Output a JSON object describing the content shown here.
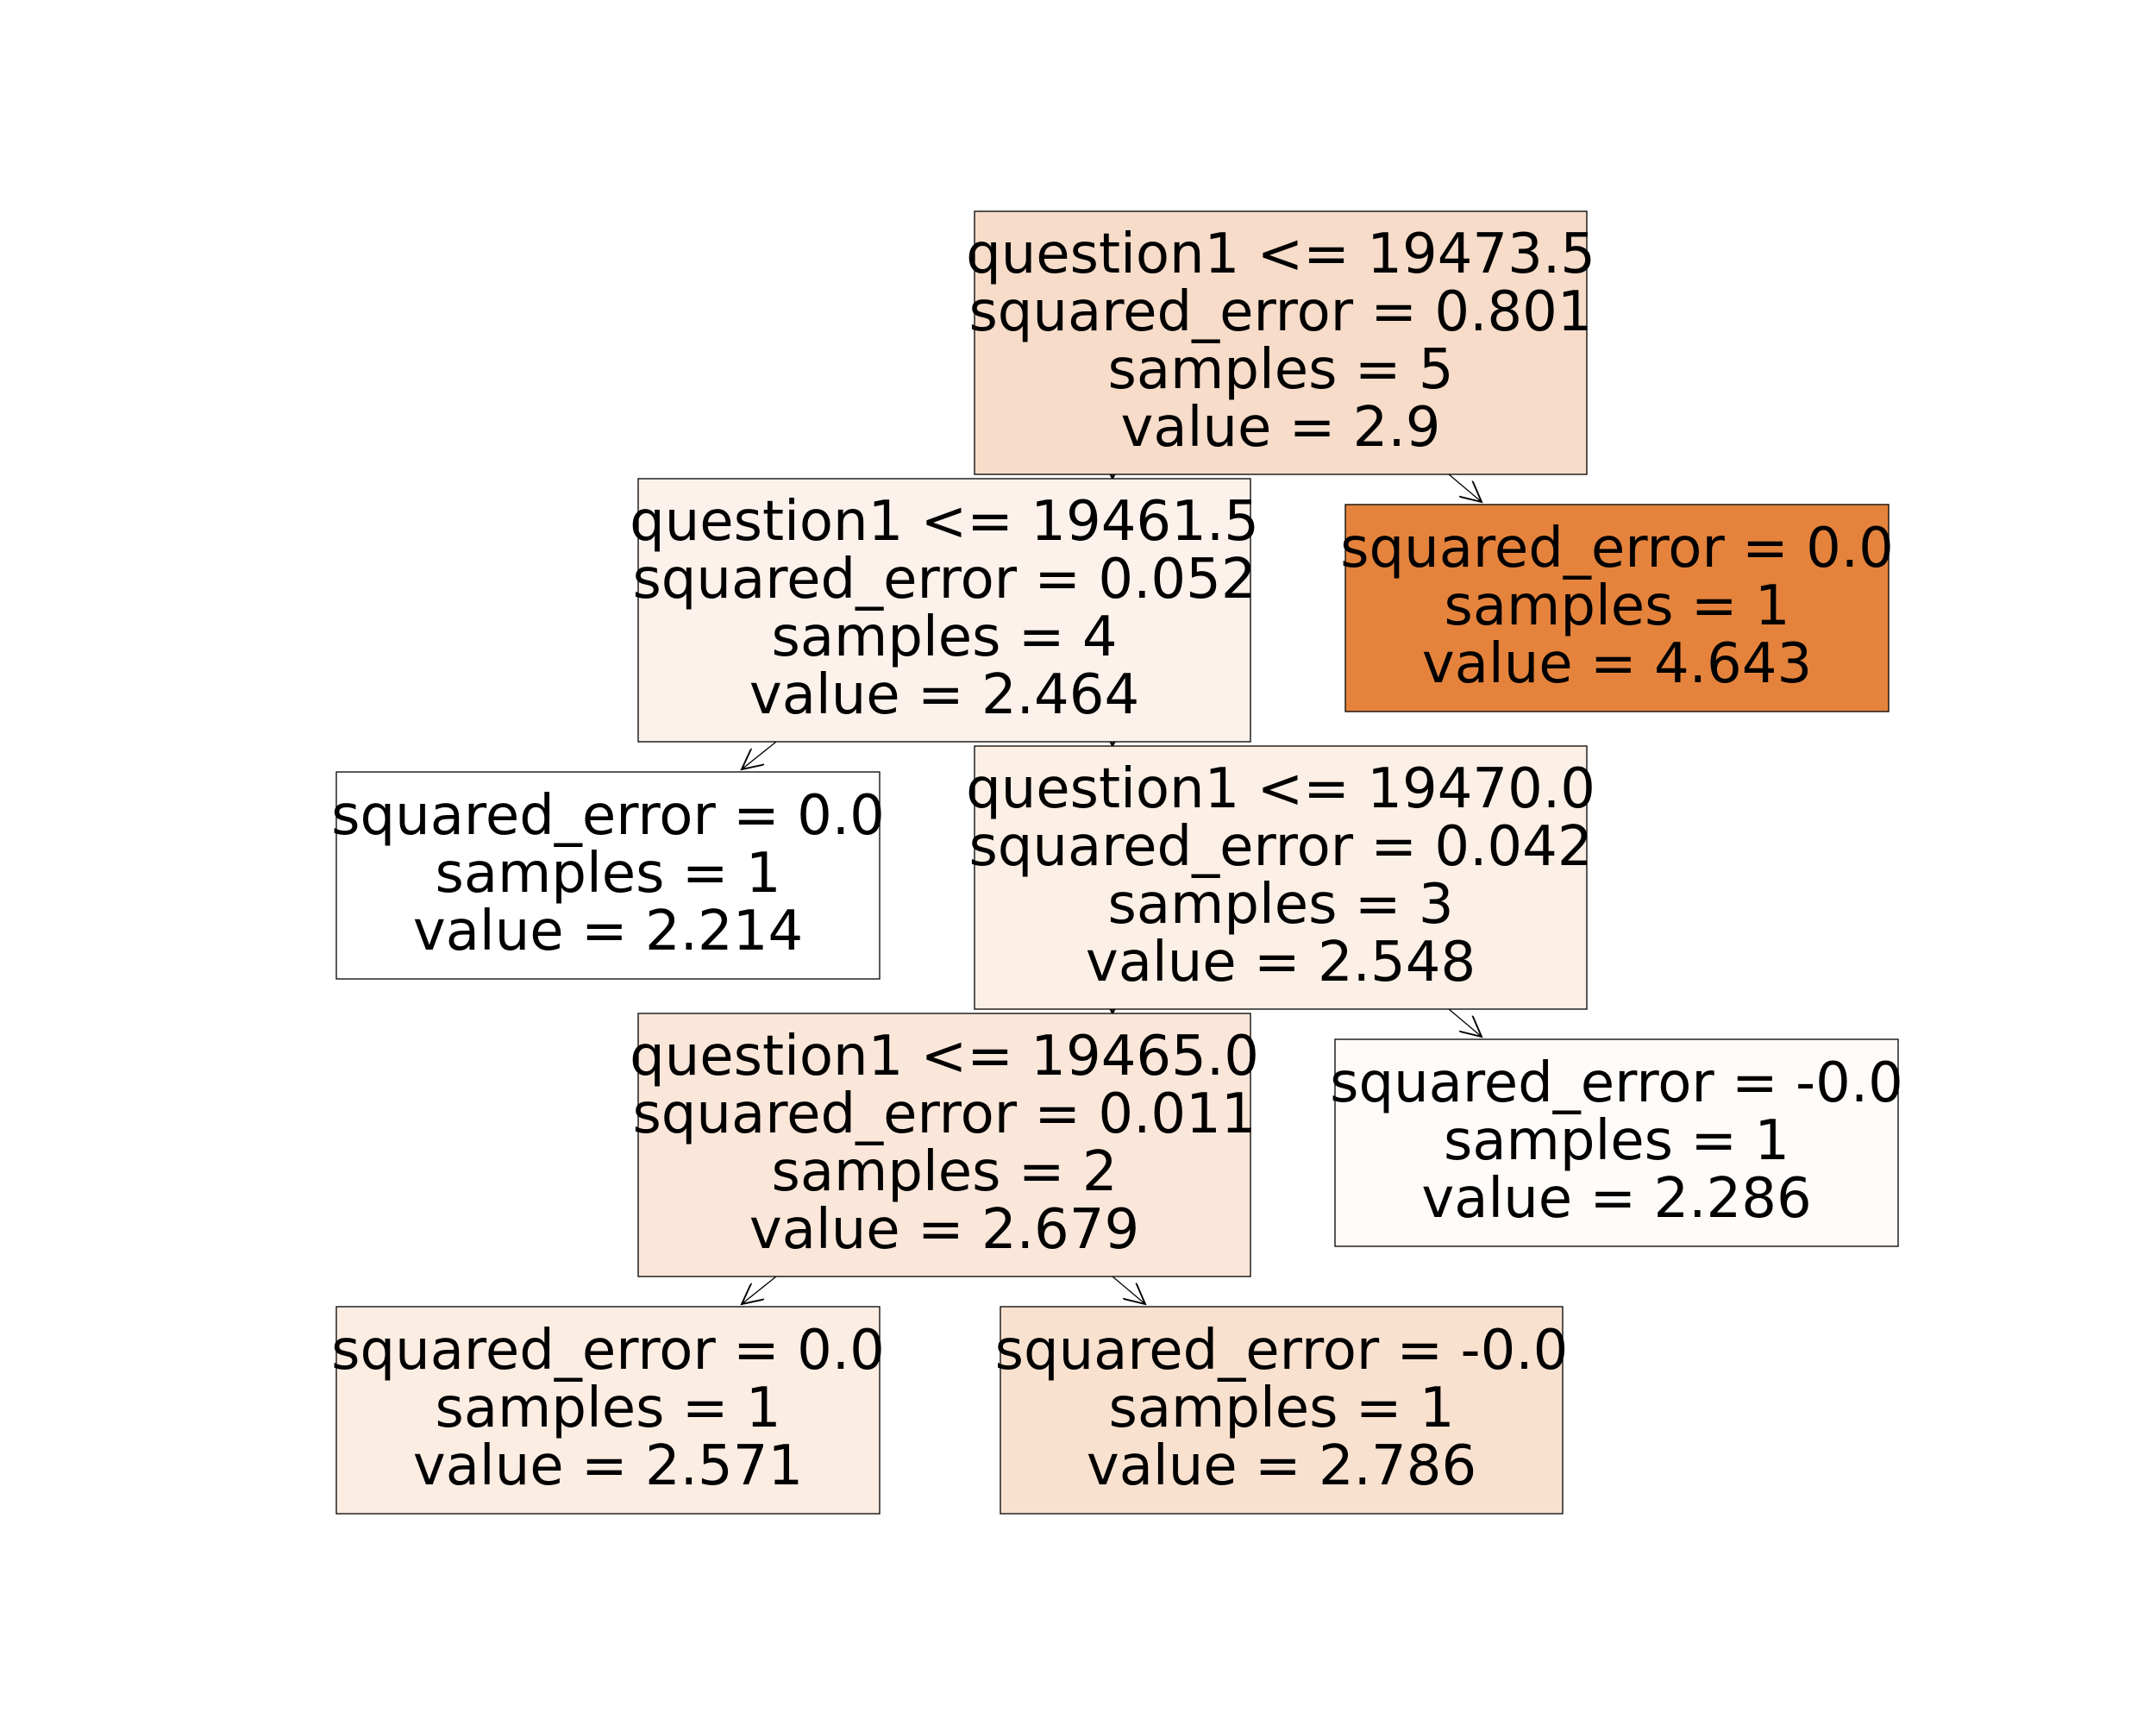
{
  "tree": {
    "nodes": [
      {
        "id": "root",
        "fill": "#f6dcc9",
        "lines": [
          "question1 <= 19473.5",
          "squared_error = 0.801",
          "samples = 5",
          "value = 2.9"
        ]
      },
      {
        "id": "n1",
        "fill": "#fcf1eb",
        "lines": [
          "question1 <= 19461.5",
          "squared_error = 0.052",
          "samples = 4",
          "value = 2.464"
        ]
      },
      {
        "id": "n2",
        "fill": "#e5833c",
        "lines": [
          "squared_error = 0.0",
          "samples = 1",
          "value = 4.643"
        ]
      },
      {
        "id": "n3",
        "fill": "#ffffff",
        "lines": [
          "squared_error = 0.0",
          "samples = 1",
          "value = 2.214"
        ]
      },
      {
        "id": "n4",
        "fill": "#fcefe5",
        "lines": [
          "question1 <= 19470.0",
          "squared_error = 0.042",
          "samples = 3",
          "value = 2.548"
        ]
      },
      {
        "id": "n5",
        "fill": "#fae7da",
        "lines": [
          "question1 <= 19465.0",
          "squared_error = 0.011",
          "samples = 2",
          "value = 2.679"
        ]
      },
      {
        "id": "n6",
        "fill": "#fefbf8",
        "lines": [
          "squared_error = -0.0",
          "samples = 1",
          "value = 2.286"
        ]
      },
      {
        "id": "n7",
        "fill": "#fcede3",
        "lines": [
          "squared_error = 0.0",
          "samples = 1",
          "value = 2.571"
        ]
      },
      {
        "id": "n8",
        "fill": "#f9e1d0",
        "lines": [
          "squared_error = -0.0",
          "samples = 1",
          "value = 2.786"
        ]
      }
    ],
    "edges": [
      {
        "from": "root",
        "to": "n1"
      },
      {
        "from": "root",
        "to": "n2"
      },
      {
        "from": "n1",
        "to": "n3"
      },
      {
        "from": "n1",
        "to": "n4"
      },
      {
        "from": "n4",
        "to": "n5"
      },
      {
        "from": "n4",
        "to": "n6"
      },
      {
        "from": "n5",
        "to": "n7"
      },
      {
        "from": "n5",
        "to": "n8"
      }
    ]
  }
}
